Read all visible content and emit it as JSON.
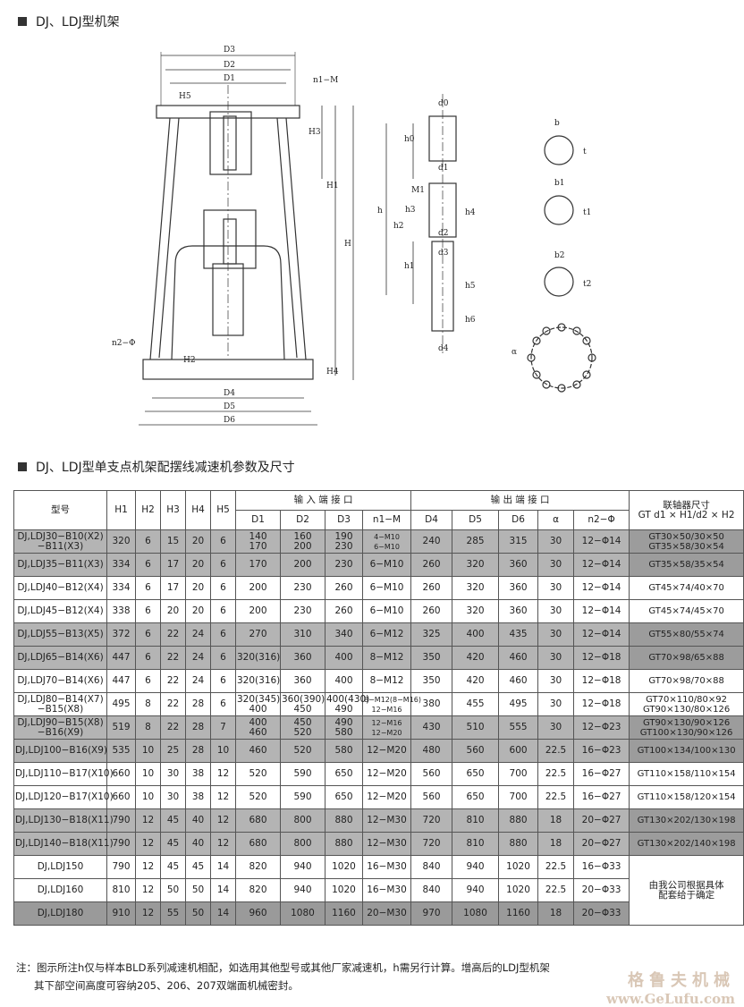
{
  "header": {
    "title": "DJ、LDJ型机架"
  },
  "section2": {
    "title": "DJ、LDJ型单支点机架配摆线减速机参数及尺寸"
  },
  "drawing": {
    "labels": [
      "D3",
      "D2",
      "D1",
      "n1−M",
      "H5",
      "H3",
      "H1",
      "H",
      "n2−Φ",
      "H2",
      "H4",
      "D4",
      "D5",
      "D6",
      "d0",
      "h0",
      "d1",
      "M1",
      "h3",
      "h4",
      "h2",
      "h",
      "d2",
      "d3",
      "h1",
      "h5",
      "h6",
      "d4",
      "b",
      "t",
      "b1",
      "t1",
      "b2",
      "t2",
      "α"
    ]
  },
  "table": {
    "headers": {
      "model": "型号",
      "H1": "H1",
      "H2": "H2",
      "H3": "H3",
      "H4": "H4",
      "H5": "H5",
      "input": "输 入 端 接 口",
      "output": "输 出 端 接 口",
      "coupling1": "联轴器尺寸",
      "coupling2": "GT d1 × H1/d2 × H2",
      "D1": "D1",
      "D2": "D2",
      "D3": "D3",
      "n1M": "n1−M",
      "D4": "D4",
      "D5": "D5",
      "D6": "D6",
      "alpha": "α",
      "n2phi": "n2−Φ"
    },
    "rows": [
      {
        "model": "DJ,LDJ30−B10(X2)\n−B11(X3)",
        "H1": "320",
        "H2": "6",
        "H3": "15",
        "H4": "20",
        "H5": "6",
        "D1": "140\n170",
        "D2": "160\n200",
        "D3": "190\n230",
        "n1M": "4−M10\n6−M10",
        "D4": "240",
        "D5": "285",
        "D6": "315",
        "alpha": "30",
        "n2phi": "12−Φ14",
        "coupling": "GT30×50/30×50\nGT35×58/30×54",
        "shade": "shade"
      },
      {
        "model": "DJ,LDJ35−B11(X3)",
        "H1": "334",
        "H2": "6",
        "H3": "17",
        "H4": "20",
        "H5": "6",
        "D1": "170",
        "D2": "200",
        "D3": "230",
        "n1M": "6−M10",
        "D4": "260",
        "D5": "320",
        "D6": "360",
        "alpha": "30",
        "n2phi": "12−Φ14",
        "coupling": "GT35×58/35×54",
        "shade": "shade"
      },
      {
        "model": "DJ,LDJ40−B12(X4)",
        "H1": "334",
        "H2": "6",
        "H3": "17",
        "H4": "20",
        "H5": "6",
        "D1": "200",
        "D2": "230",
        "D3": "260",
        "n1M": "6−M10",
        "D4": "260",
        "D5": "320",
        "D6": "360",
        "alpha": "30",
        "n2phi": "12−Φ14",
        "coupling": "GT45×74/40×70",
        "shade": ""
      },
      {
        "model": "DJ,LDJ45−B12(X4)",
        "H1": "338",
        "H2": "6",
        "H3": "20",
        "H4": "20",
        "H5": "6",
        "D1": "200",
        "D2": "230",
        "D3": "260",
        "n1M": "6−M10",
        "D4": "260",
        "D5": "320",
        "D6": "360",
        "alpha": "30",
        "n2phi": "12−Φ14",
        "coupling": "GT45×74/45×70",
        "shade": ""
      },
      {
        "model": "DJ,LDJ55−B13(X5)",
        "H1": "372",
        "H2": "6",
        "H3": "22",
        "H4": "24",
        "H5": "6",
        "D1": "270",
        "D2": "310",
        "D3": "340",
        "n1M": "6−M12",
        "D4": "325",
        "D5": "400",
        "D6": "435",
        "alpha": "30",
        "n2phi": "12−Φ14",
        "coupling": "GT55×80/55×74",
        "shade": "shade"
      },
      {
        "model": "DJ,LDJ65−B14(X6)",
        "H1": "447",
        "H2": "6",
        "H3": "22",
        "H4": "24",
        "H5": "6",
        "D1": "320(316)",
        "D2": "360",
        "D3": "400",
        "n1M": "8−M12",
        "D4": "350",
        "D5": "420",
        "D6": "460",
        "alpha": "30",
        "n2phi": "12−Φ18",
        "coupling": "GT70×98/65×88",
        "shade": "shade"
      },
      {
        "model": "DJ,LDJ70−B14(X6)",
        "H1": "447",
        "H2": "6",
        "H3": "22",
        "H4": "24",
        "H5": "6",
        "D1": "320(316)",
        "D2": "360",
        "D3": "400",
        "n1M": "8−M12",
        "D4": "350",
        "D5": "420",
        "D6": "460",
        "alpha": "30",
        "n2phi": "12−Φ18",
        "coupling": "GT70×98/70×88",
        "shade": ""
      },
      {
        "model": "DJ,LDJ80−B14(X7)\n−B15(X8)",
        "H1": "495",
        "H2": "8",
        "H3": "22",
        "H4": "28",
        "H5": "6",
        "D1": "320(345)\n400",
        "D2": "360(390)\n450",
        "D3": "400(430)\n490",
        "n1M": "8−M12(8−M16)\n12−M16",
        "D4": "380",
        "D5": "455",
        "D6": "495",
        "alpha": "30",
        "n2phi": "12−Φ18",
        "coupling": "GT70×110/80×92\nGT90×130/80×126",
        "shade": ""
      },
      {
        "model": "DJ,LDJ90−B15(X8)\n−B16(X9)",
        "H1": "519",
        "H2": "8",
        "H3": "22",
        "H4": "28",
        "H5": "7",
        "D1": "400\n460",
        "D2": "450\n520",
        "D3": "490\n580",
        "n1M": "12−M16\n12−M20",
        "D4": "430",
        "D5": "510",
        "D6": "555",
        "alpha": "30",
        "n2phi": "12−Φ23",
        "coupling": "GT90×130/90×126\nGT100×130/90×126",
        "shade": "shade"
      },
      {
        "model": "DJ,LDJ100−B16(X9)",
        "H1": "535",
        "H2": "10",
        "H3": "25",
        "H4": "28",
        "H5": "10",
        "D1": "460",
        "D2": "520",
        "D3": "580",
        "n1M": "12−M20",
        "D4": "480",
        "D5": "560",
        "D6": "600",
        "alpha": "22.5",
        "n2phi": "16−Φ23",
        "coupling": "GT100×134/100×130",
        "shade": "shade"
      },
      {
        "model": "DJ,LDJ110−B17(X10)",
        "H1": "660",
        "H2": "10",
        "H3": "30",
        "H4": "38",
        "H5": "12",
        "D1": "520",
        "D2": "590",
        "D3": "650",
        "n1M": "12−M20",
        "D4": "560",
        "D5": "650",
        "D6": "700",
        "alpha": "22.5",
        "n2phi": "16−Φ27",
        "coupling": "GT110×158/110×154",
        "shade": ""
      },
      {
        "model": "DJ,LDJ120−B17(X10)",
        "H1": "660",
        "H2": "10",
        "H3": "30",
        "H4": "38",
        "H5": "12",
        "D1": "520",
        "D2": "590",
        "D3": "650",
        "n1M": "12−M20",
        "D4": "560",
        "D5": "650",
        "D6": "700",
        "alpha": "22.5",
        "n2phi": "16−Φ27",
        "coupling": "GT110×158/120×154",
        "shade": ""
      },
      {
        "model": "DJ,LDJ130−B18(X11)",
        "H1": "790",
        "H2": "12",
        "H3": "45",
        "H4": "40",
        "H5": "12",
        "D1": "680",
        "D2": "800",
        "D3": "880",
        "n1M": "12−M30",
        "D4": "720",
        "D5": "810",
        "D6": "880",
        "alpha": "18",
        "n2phi": "20−Φ27",
        "coupling": "GT130×202/130×198",
        "shade": "shade"
      },
      {
        "model": "DJ,LDJ140−B18(X11)",
        "H1": "790",
        "H2": "12",
        "H3": "45",
        "H4": "40",
        "H5": "12",
        "D1": "680",
        "D2": "800",
        "D3": "880",
        "n1M": "12−M30",
        "D4": "720",
        "D5": "810",
        "D6": "880",
        "alpha": "18",
        "n2phi": "20−Φ27",
        "coupling": "GT130×202/140×198",
        "shade": "shade"
      },
      {
        "model": "DJ,LDJ150",
        "H1": "790",
        "H2": "12",
        "H3": "45",
        "H4": "45",
        "H5": "14",
        "D1": "820",
        "D2": "940",
        "D3": "1020",
        "n1M": "16−M30",
        "D4": "840",
        "D5": "940",
        "D6": "1020",
        "alpha": "22.5",
        "n2phi": "16−Φ33",
        "coupling": "",
        "shade": ""
      },
      {
        "model": "DJ,LDJ160",
        "H1": "810",
        "H2": "12",
        "H3": "50",
        "H4": "50",
        "H5": "14",
        "D1": "820",
        "D2": "940",
        "D3": "1020",
        "n1M": "16−M30",
        "D4": "840",
        "D5": "940",
        "D6": "1020",
        "alpha": "22.5",
        "n2phi": "20−Φ33",
        "coupling": "",
        "shade": ""
      },
      {
        "model": "DJ,LDJ180",
        "H1": "910",
        "H2": "12",
        "H3": "55",
        "H4": "50",
        "H5": "14",
        "D1": "960",
        "D2": "1080",
        "D3": "1160",
        "n1M": "20−M30",
        "D4": "970",
        "D5": "1080",
        "D6": "1160",
        "alpha": "18",
        "n2phi": "20−Φ33",
        "coupling": "",
        "shade": "dark"
      }
    ],
    "merged_coupling_note": "由我公司根据具体\n配套给于确定"
  },
  "note": {
    "line1": "注：图示所注h仅与样本BLD系列减速机相配，如选用其他型号或其他厂家减速机，h需另行计算。增高后的LDJ型机架",
    "line2": "其下部空间高度可容纳205、206、207双端面机械密封。"
  },
  "watermark": {
    "cn": "格鲁夫机械",
    "url": "www.GeLufu.com"
  }
}
